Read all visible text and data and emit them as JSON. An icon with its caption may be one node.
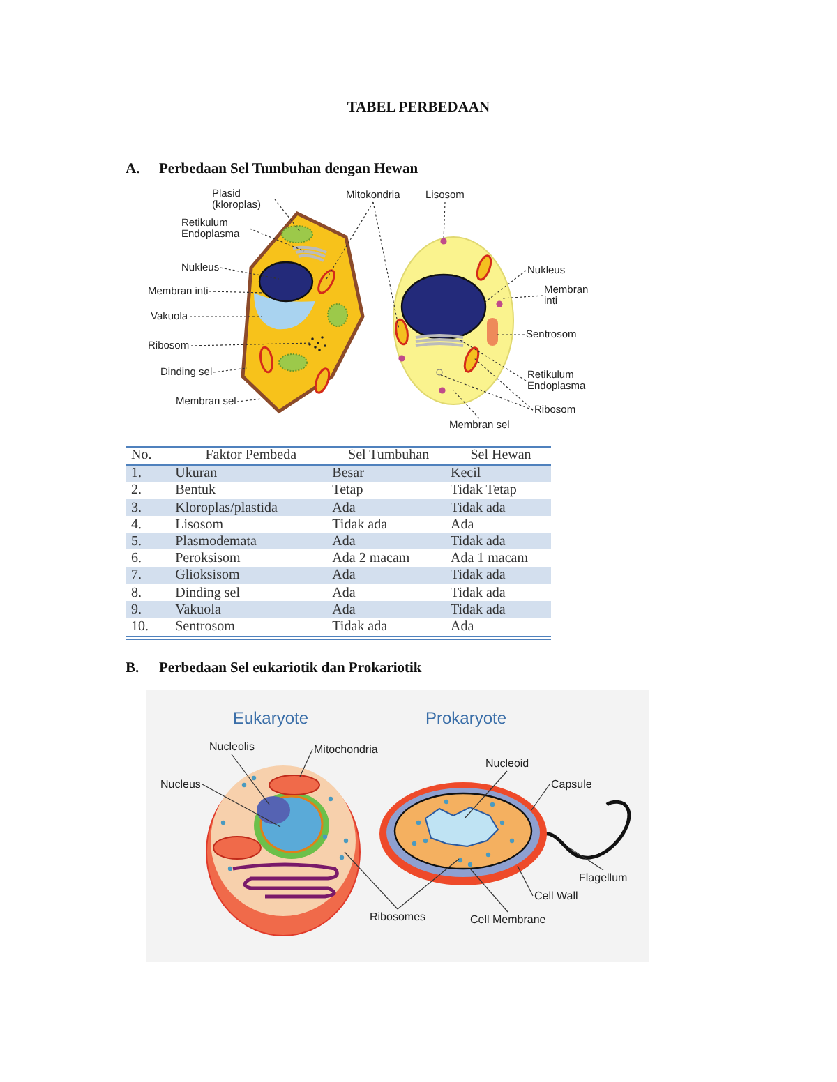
{
  "diagram": {
    "title": "TABEL PERBEDAAN",
    "nodes": [
      {
        "text": [
          "Plasid (kloroplas)"
        ]
      },
      {
        "text": [
          "Retikulum Endoplasma"
        ]
      },
      {
        "text": [
          "Nukleus"
        ]
      },
      {
        "text": [
          "Membran inti"
        ]
      },
      {
        "text": [
          "Vakuola"
        ]
      },
      {
        "text": [
          "Ribosom"
        ]
      },
      {
        "text": [
          "Dinding sel"
        ]
      },
      {
        "text": [
          "Membran sel"
        ]
      },
      {
        "text": [
          "Mitokondria"
        ]
      },
      {
        "text": [
          "Lisosom"
        ]
      },
      {
        "text": [
          "Nukleus"
        ]
      },
      {
        "text": [
          "Membran inti"
        ]
      },
      {
        "text": [
          "Sentrosom"
        ]
      },
      {
        "text": [
          "Retikulum Endoplasma"
        ]
      },
      {
        "text": [
          "Ribosom"
        ]
      },
      {
        "text": [
          "Membran sel"
        ]
      },
      {
        "text": [
          "Nucleolis"
        ]
      },
      {
        "text": [
          "Mitochondria"
        ]
      },
      {
        "text": [
          "Nucleus"
        ]
      },
      {
        "text": [
          "Ribosomes"
        ]
      },
      {
        "text": [
          "Nucleoid"
        ]
      },
      {
        "text": [
          "Capsule"
        ]
      },
      {
        "text": [
          "Flagellum"
        ]
      },
      {
        "text": [
          "Cell Wall"
        ]
      },
      {
        "text": [
          "Cell Membrane"
        ]
      }
    ],
    "edges": [
      {
        "from": 0,
        "to": null,
        "arrow": "none",
        "style": "dashed"
      },
      {
        "from": 1,
        "to": null,
        "arrow": "none",
        "style": "dashed"
      },
      {
        "from": 2,
        "to": null,
        "arrow": "none",
        "style": "dashed"
      },
      {
        "from": 3,
        "to": null,
        "arrow": "none",
        "style": "dashed"
      },
      {
        "from": 4,
        "to": null,
        "arrow": "none",
        "style": "dashed"
      },
      {
        "from": 5,
        "to": null,
        "arrow": "none",
        "style": "dashed"
      },
      {
        "from": 6,
        "to": null,
        "arrow": "none",
        "style": "dashed"
      },
      {
        "from": 7,
        "to": null,
        "arrow": "none",
        "style": "dashed"
      },
      {
        "from": 8,
        "to": null,
        "arrow": "none",
        "style": "dashed"
      },
      {
        "from": 8,
        "to": null,
        "arrow": "none",
        "style": "dashed"
      },
      {
        "from": 9,
        "to": null,
        "arrow": "none",
        "style": "dashed"
      },
      {
        "from": 10,
        "to": null,
        "arrow": "none",
        "style": "dashed"
      },
      {
        "from": 11,
        "to": null,
        "arrow": "none",
        "style": "dashed"
      },
      {
        "from": 12,
        "to": null,
        "arrow": "none",
        "style": "dashed"
      },
      {
        "from": 13,
        "to": null,
        "arrow": "none",
        "style": "dashed"
      },
      {
        "from": 14,
        "to": null,
        "arrow": "none",
        "style": "dashed"
      },
      {
        "from": 14,
        "to": null,
        "arrow": "none",
        "style": "dashed"
      },
      {
        "from": 15,
        "to": null,
        "arrow": "none",
        "style": "dashed"
      },
      {
        "from": 16,
        "to": null,
        "arrow": "none"
      },
      {
        "from": 17,
        "to": null,
        "arrow": "none"
      },
      {
        "from": 18,
        "to": null,
        "arrow": "none"
      },
      {
        "from": 19,
        "to": null,
        "arrow": "none"
      },
      {
        "from": 19,
        "to": null,
        "arrow": "none"
      },
      {
        "from": 20,
        "to": null,
        "arrow": "none"
      },
      {
        "from": 21,
        "to": null,
        "arrow": "none"
      },
      {
        "from": 22,
        "to": null,
        "arrow": "none"
      },
      {
        "from": 23,
        "to": null,
        "arrow": "none"
      },
      {
        "from": 24,
        "to": null,
        "arrow": "none"
      }
    ],
    "labels": [
      "A.",
      "Perbedaan Sel Tumbuhan dengan Hewan",
      "No.",
      "Faktor Pembeda",
      "Sel Tumbuhan",
      "Sel Hewan",
      "1.",
      "Ukuran",
      "Besar",
      "Kecil",
      "2.",
      "Bentuk",
      "Tetap",
      "Tidak Tetap",
      "3.",
      "Kloroplas/plastida",
      "Ada",
      "Tidak ada",
      "4.",
      "Lisosom",
      "Tidak ada",
      "Ada",
      "5.",
      "Plasmodemata",
      "Ada",
      "Tidak ada",
      "6.",
      "Peroksisom",
      "Ada 2 macam",
      "Ada 1 macam",
      "7.",
      "Glioksisom",
      "Ada",
      "Tidak ada",
      "8.",
      "Dinding sel",
      "Ada",
      "Tidak ada",
      "9.",
      "Vakuola",
      "Ada",
      "Tidak ada",
      "10.",
      "Sentrosom",
      "Tidak ada",
      "Ada",
      "B.",
      "Perbedaan Sel eukariotik dan Prokariotik",
      "Eukaryote",
      "Prokaryote"
    ]
  }
}
